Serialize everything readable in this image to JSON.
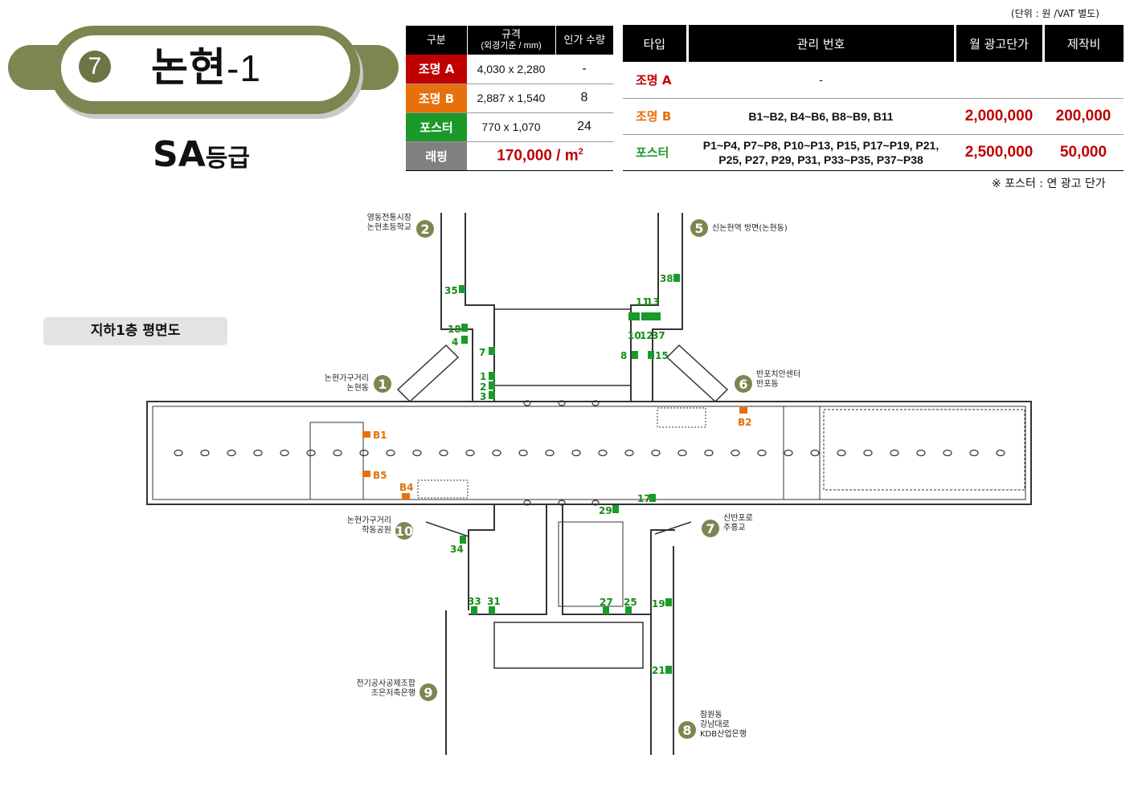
{
  "header": {
    "station_number": "7",
    "station_name": "논현",
    "station_suffix": "-1",
    "grade": "SA",
    "grade_suffix": "등급"
  },
  "unit_note": "(단위 : 원 /VAT 별도)",
  "spec_table": {
    "headers": {
      "category": "구분",
      "size": "규격",
      "size_sub": "(외경기준 / mm)",
      "quantity": "인가 수량"
    },
    "rows": [
      {
        "label": "조명 A",
        "color": "#c00000",
        "size": "4,030 x 2,280",
        "quantity": "-"
      },
      {
        "label": "조명 B",
        "color": "#e8700c",
        "size": "2,887 x 1,540",
        "quantity": "8"
      },
      {
        "label": "포스터",
        "color": "#1b9a2a",
        "size": "770 x 1,070",
        "quantity": "24"
      }
    ],
    "wrapping": {
      "label": "래핑",
      "color": "#808080",
      "price": "170,000 / m",
      "price_sup": "2"
    }
  },
  "price_table": {
    "headers": {
      "type": "타입",
      "codes": "관리 번호",
      "monthly": "월 광고단가",
      "production": "제작비"
    },
    "rows": [
      {
        "type": "조명 A",
        "type_color": "#c00000",
        "codes_line1": "-",
        "codes_line2": "",
        "monthly": "",
        "production": ""
      },
      {
        "type": "조명 B",
        "type_color": "#e8700c",
        "codes_line1": "B1~B2, B4~B6, B8~B9, B11",
        "codes_line2": "",
        "monthly": "2,000,000",
        "production": "200,000"
      },
      {
        "type": "포스터",
        "type_color": "#1b9a2a",
        "codes_line1": "P1~P4, P7~P8, P10~P13, P15, P17~P19, P21,",
        "codes_line2": "P25, P27, P29, P31, P33~P35, P37~P38",
        "monthly": "2,500,000",
        "production": "50,000"
      }
    ]
  },
  "poster_note": "※ 포스터 : 연 광고 단가",
  "floor_label": "지하1층 평면도",
  "colors": {
    "badge": "#7f8550",
    "poster": "#1b9a2a",
    "light_b": "#e8700c"
  },
  "floor_plan": {
    "exits": [
      {
        "number": "1",
        "line1": "논현가구거리",
        "line2": "논현동"
      },
      {
        "number": "2",
        "line1": "영동전통시장",
        "line2": "논현초등학교"
      },
      {
        "number": "5",
        "line1": "신논현역 방면(논현동)",
        "line2": ""
      },
      {
        "number": "6",
        "line1": "반포치안센터",
        "line2": "반포동"
      },
      {
        "number": "7",
        "line1": "신반포로",
        "line2": "주흥교"
      },
      {
        "number": "8",
        "line1": "잠원동",
        "line2": "강남대로",
        "line3": "KDB산업은행"
      },
      {
        "number": "9",
        "line1": "전기공사공제조합",
        "line2": "조은저축은행"
      },
      {
        "number": "10",
        "line1": "논현가구거리",
        "line2": "학동공원"
      }
    ],
    "poster_labels": [
      "35",
      "18",
      "4",
      "7",
      "1",
      "2",
      "3",
      "38",
      "11",
      "13",
      "10",
      "12",
      "37",
      "8",
      "15",
      "29",
      "17",
      "34",
      "33",
      "31",
      "27",
      "25",
      "19",
      "21"
    ],
    "light_labels": [
      "B1",
      "B5",
      "B4",
      "B2"
    ]
  }
}
